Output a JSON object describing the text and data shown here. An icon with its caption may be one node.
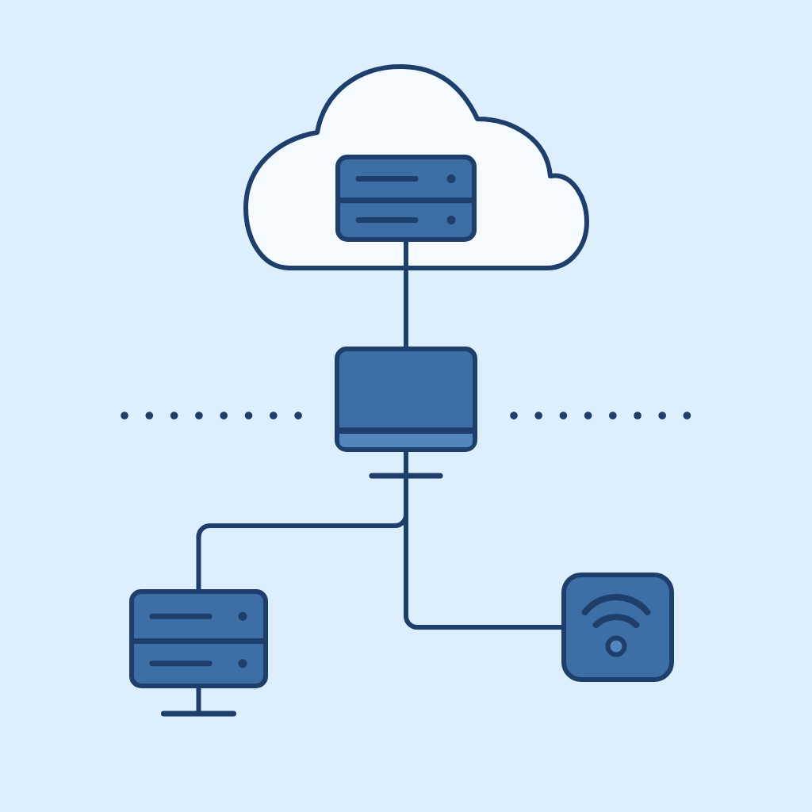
{
  "diagram": {
    "nodes": [
      {
        "text": [],
        "shape": "cloud"
      },
      {
        "text": [],
        "shape": "server",
        "in": 0
      },
      {
        "text": [],
        "shape": "monitor"
      },
      {
        "text": [],
        "shape": "server"
      },
      {
        "text": [],
        "shape": "router"
      }
    ],
    "edges": [
      {
        "from": 1,
        "to": 2,
        "arrow": "none"
      },
      {
        "from": 2,
        "to": 3,
        "arrow": "none"
      },
      {
        "from": 2,
        "to": 4,
        "arrow": "none"
      }
    ]
  }
}
